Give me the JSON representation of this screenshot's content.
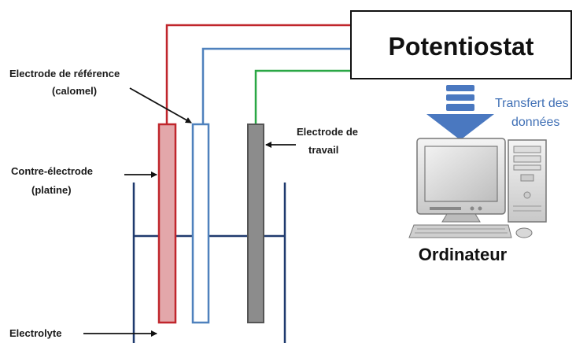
{
  "diagram": {
    "potentiostat_label": "Potentiostat",
    "computer_label": "Ordinateur",
    "transfer_label_line1": "Transfert des",
    "transfer_label_line2": "données",
    "reference_label_line1": "Electrode de référence",
    "reference_label_line2": "(calomel)",
    "working_label_line1": "Electrode de",
    "working_label_line2": "travail",
    "counter_label_line1": "Contre-électrode",
    "counter_label_line2": "(platine)",
    "electrolyte_label": "Electrolyte"
  },
  "colors": {
    "counter_wire": "#c0262c",
    "reference_wire": "#4f81bd",
    "working_wire": "#2aa745",
    "counter_fill": "#e3a7aa",
    "working_fill": "#8c8c8c",
    "beaker": "#1f3a6e",
    "arrow": "#4a78c0"
  }
}
